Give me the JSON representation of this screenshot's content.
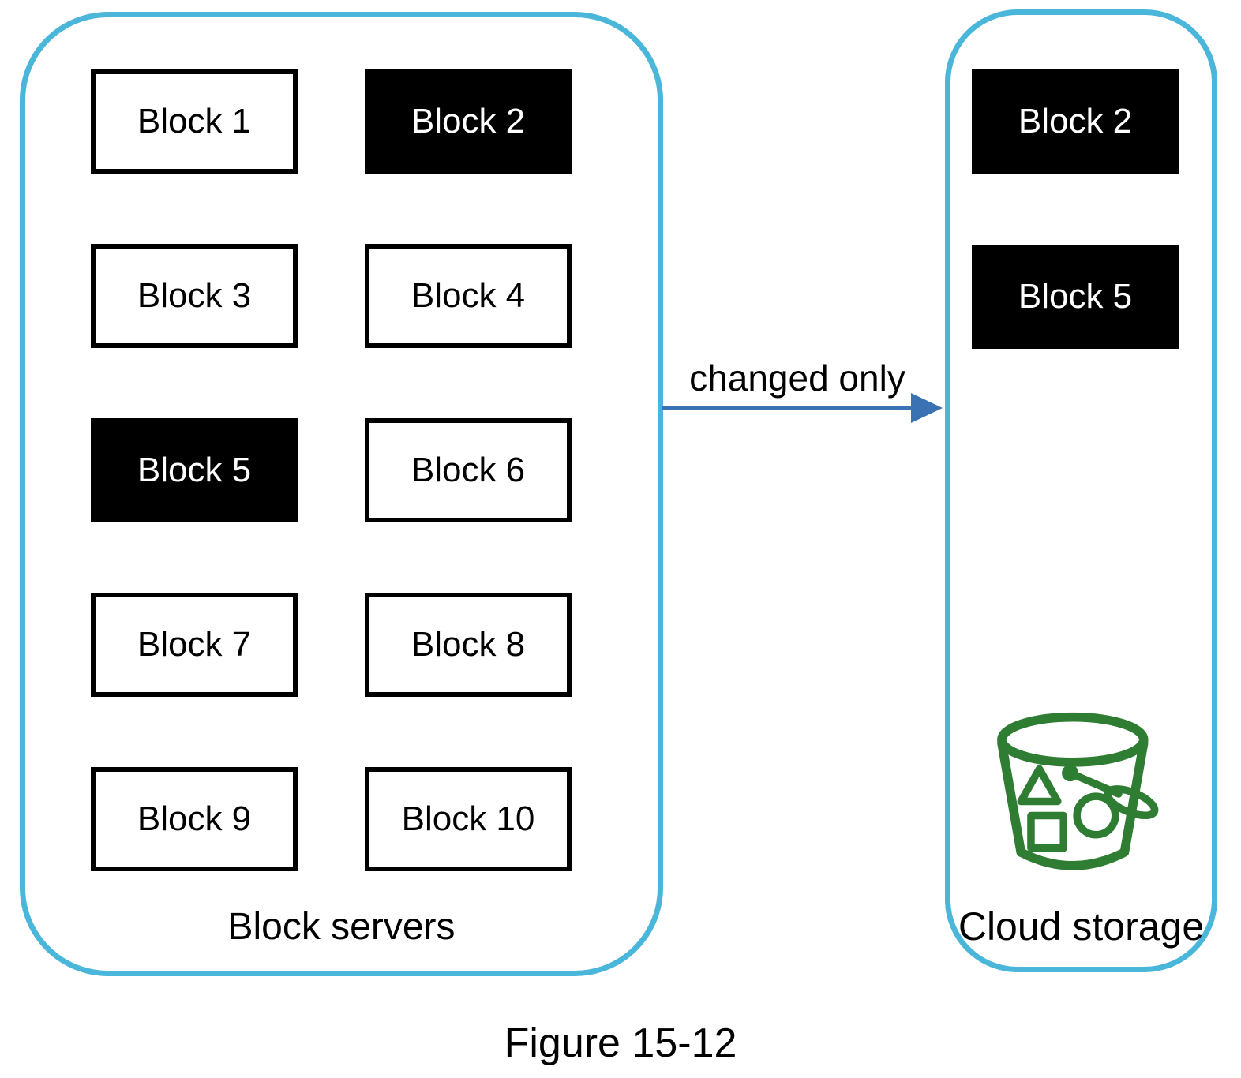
{
  "colors": {
    "container_border": "#4ab6da",
    "arrow": "#3a72b4",
    "bucket": "#2e7d32",
    "block_filled_bg": "#000000",
    "block_filled_text": "#ffffff",
    "block_border": "#000000"
  },
  "block_servers": {
    "label": "Block servers",
    "blocks": [
      {
        "label": "Block 1",
        "changed": false
      },
      {
        "label": "Block 2",
        "changed": true
      },
      {
        "label": "Block 3",
        "changed": false
      },
      {
        "label": "Block 4",
        "changed": false
      },
      {
        "label": "Block 5",
        "changed": true
      },
      {
        "label": "Block 6",
        "changed": false
      },
      {
        "label": "Block 7",
        "changed": false
      },
      {
        "label": "Block 8",
        "changed": false
      },
      {
        "label": "Block 9",
        "changed": false
      },
      {
        "label": "Block 10",
        "changed": false
      }
    ]
  },
  "transfer": {
    "label": "changed only"
  },
  "cloud_storage": {
    "label": "Cloud storage",
    "icon": "s3-bucket-icon",
    "blocks": [
      {
        "label": "Block 2",
        "changed": true
      },
      {
        "label": "Block 5",
        "changed": true
      }
    ]
  },
  "caption": "Figure 15-12"
}
